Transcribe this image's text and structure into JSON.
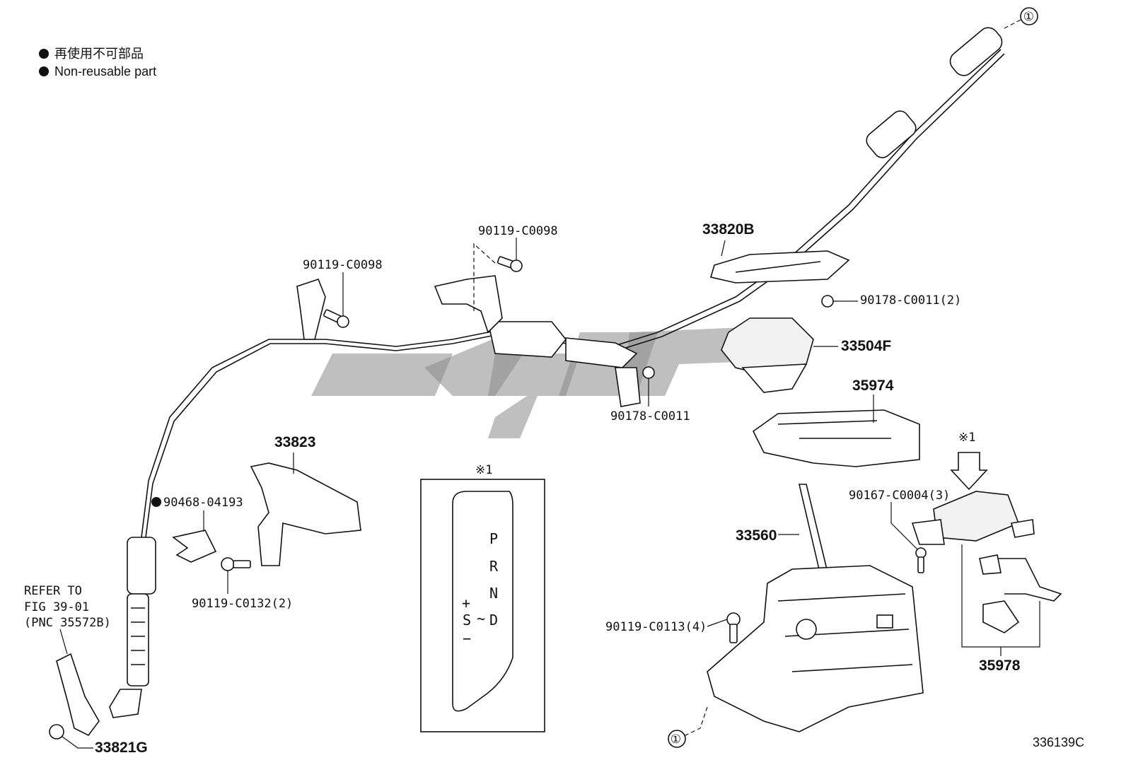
{
  "legend": {
    "line_jp": "再使用不可部品",
    "line_en": "Non-reusable part"
  },
  "labels": {
    "p33820B": "33820B",
    "p33504F": "33504F",
    "p35974": "35974",
    "p33560": "33560",
    "p35978": "35978",
    "p33823": "33823",
    "p33821G": "33821G",
    "b90119_C0098_a": "90119-C0098",
    "b90119_C0098_b": "90119-C0098",
    "n90178_C0011_2": "90178-C0011(2)",
    "n90178_C0011": "90178-C0011",
    "p90468_04193": "90468-04193",
    "b90119_C0132_2": "90119-C0132(2)",
    "b90119_C0113_4": "90119-C0113(4)",
    "s90167_C0004_3": "90167-C0004(3)",
    "note_mark_1": "※1",
    "note_mark_2": "※1",
    "ref_line1": "REFER TO",
    "ref_line2": "FIG 39-01",
    "ref_line3": "(PNC 35572B)",
    "circle_1_top": "①",
    "circle_1_bottom": "①",
    "diagram_code": "336139C"
  },
  "gate_letters": {
    "P": "P",
    "R": "R",
    "N": "N",
    "D": "D",
    "S": "S",
    "plus": "+",
    "minus": "−",
    "tilde": "~"
  }
}
